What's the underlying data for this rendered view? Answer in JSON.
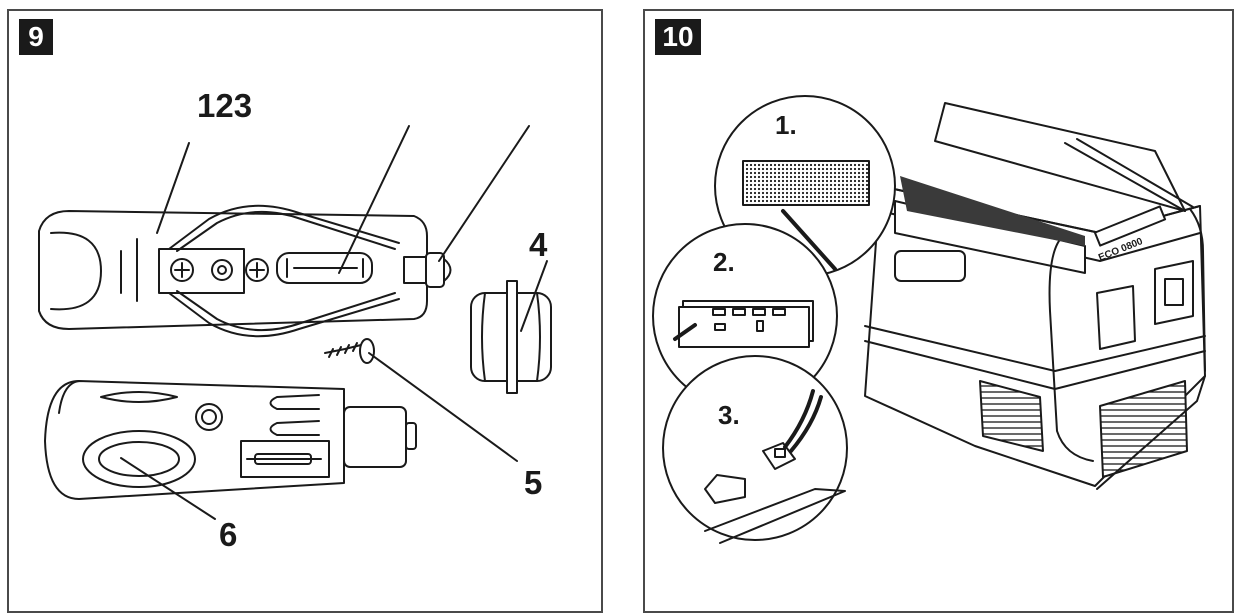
{
  "figure9": {
    "badge": "9",
    "callouts": {
      "label_123": "123",
      "label_4": "4",
      "label_5": "5",
      "label_6": "6"
    }
  },
  "figure10": {
    "badge": "10",
    "steps": {
      "step1": "1.",
      "step2": "2.",
      "step3": "3."
    },
    "lid_logo": "ECO 0800"
  }
}
